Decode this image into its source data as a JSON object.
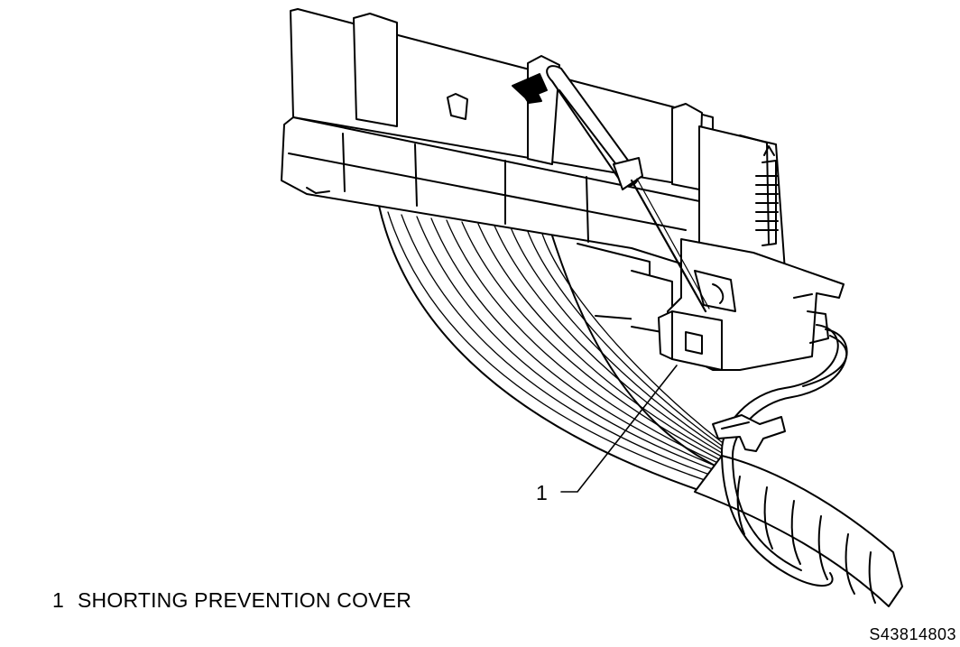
{
  "callout": {
    "number": "1"
  },
  "legend": [
    {
      "number": "1",
      "label": "SHORTING PREVENTION COVER"
    }
  ],
  "figure_id": "S43814803",
  "colors": {
    "line": "#000000",
    "background": "#ffffff"
  }
}
